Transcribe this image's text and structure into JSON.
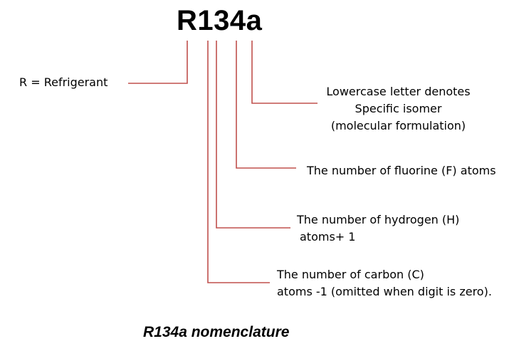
{
  "title": "R134a",
  "labels": {
    "refrigerant": "R = Refrigerant",
    "isomer": [
      "Lowercase letter denotes",
      "Specific isomer",
      "(molecular formulation)"
    ],
    "fluorine": "The number of fluorine (F) atoms",
    "hydrogen": [
      "The number of hydrogen (H)",
      "atoms+ 1"
    ],
    "carbon": [
      "The number of carbon (C)",
      "atoms -1 (omitted when digit is zero)."
    ]
  },
  "caption": "R134a nomenclature",
  "colors": {
    "connector": "#c0504d",
    "text": "#000000"
  }
}
